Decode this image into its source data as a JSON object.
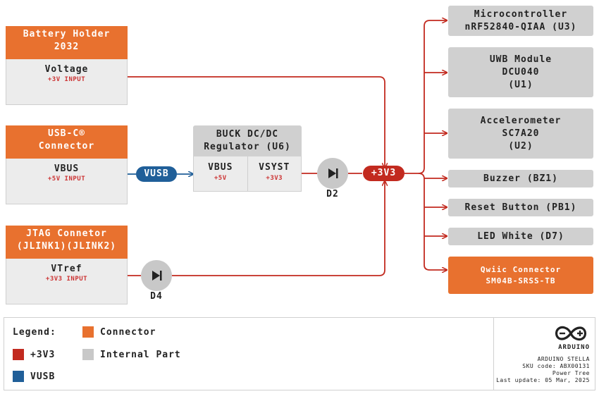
{
  "colors": {
    "v3v3": "#c22a1f",
    "vusb": "#205f99",
    "connector": "#e8712f",
    "internal": "#c8c8c8"
  },
  "battery": {
    "title_l1": "Battery Holder",
    "title_l2": "2032",
    "signal": "Voltage",
    "input": "+3V INPUT"
  },
  "usb": {
    "title_l1": "USB-C®",
    "title_l2": "Connector",
    "signal": "VBUS",
    "input": "+5V INPUT"
  },
  "jtag": {
    "title_l1": "JTAG Connetor",
    "title_l2": "(JLINK1)(JLINK2)",
    "signal": "VTref",
    "input": "+3V3 INPUT"
  },
  "buck": {
    "title_l1": "BUCK DC/DC",
    "title_l2": "Regulator (U6)",
    "in_signal": "VBUS",
    "in_volt": "+5V",
    "out_signal": "VSYST",
    "out_volt": "+3V3"
  },
  "vusb_label": "VUSB",
  "rail_label": "+3V3",
  "d2_label": "D2",
  "d4_label": "D4",
  "outputs": {
    "mcu_l1": "Microcontroller",
    "mcu_l2": "nRF52840-QIAA (U3)",
    "uwb_l1": "UWB Module",
    "uwb_l2": "DCU040",
    "uwb_l3": "(U1)",
    "acc_l1": "Accelerometer",
    "acc_l2": "SC7A20",
    "acc_l3": "(U2)",
    "buzzer": "Buzzer (BZ1)",
    "reset": "Reset Button (PB1)",
    "led": "LED White (D7)",
    "qwiic_l1": "Qwiic Connector",
    "qwiic_l2": "SM04B-SRSS-TB"
  },
  "legend": {
    "title": "Legend:",
    "connector": "Connector",
    "internal": "Internal Part",
    "v3v3": "+3V3",
    "vusb": "VUSB"
  },
  "info": {
    "brand": "ARDUINO",
    "product": "ARDUINO STELLA",
    "sku": "SKU code: ABX00131",
    "doc": "Power Tree",
    "update": "Last update: 05 Mar, 2025"
  }
}
